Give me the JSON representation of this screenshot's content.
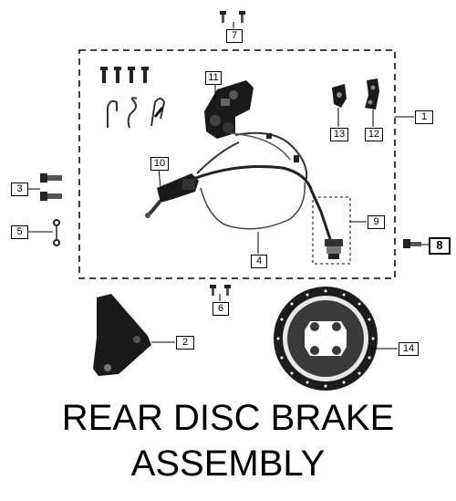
{
  "title_lines": [
    "REAR DISC BRAKE",
    "ASSEMBLY"
  ],
  "callouts": {
    "c1": "1",
    "c2": "2",
    "c3": "3",
    "c4": "4",
    "c5": "5",
    "c6": "6",
    "c7": "7",
    "c8": "8",
    "c9": "9",
    "c10": "10",
    "c11": "11",
    "c12": "12",
    "c13": "13",
    "c14": "14"
  },
  "parts": {
    "p1": "brake-assembly-group",
    "p2": "caliper-mounting-bracket",
    "p3": "bolts",
    "p4": "brake-hose",
    "p5": "washer-set",
    "p6": "bolts",
    "p7": "bolts",
    "p8": "bolt",
    "p9": "hose-fitting",
    "p10": "master-cylinder",
    "p11": "brake-caliper",
    "p12": "bracket",
    "p13": "clip",
    "p14": "brake-disc"
  }
}
